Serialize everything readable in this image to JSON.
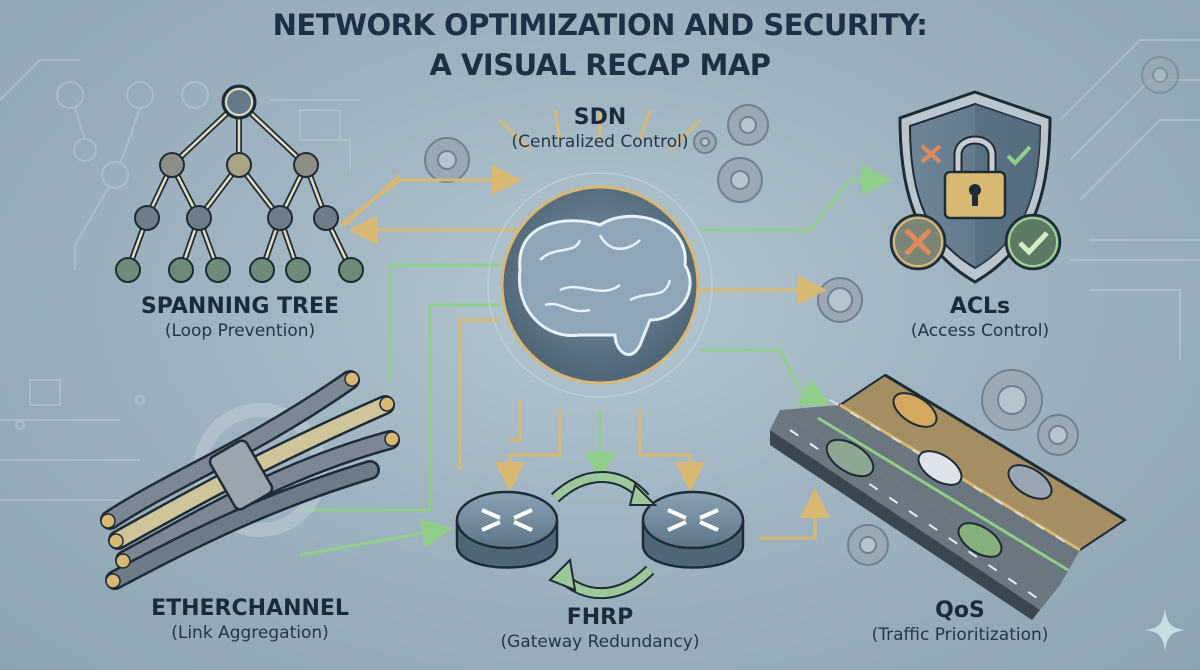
{
  "title": {
    "line1": "NETWORK OPTIMIZATION AND SECURITY:",
    "line2": "A VISUAL RECAP MAP"
  },
  "nodes": {
    "sdn": {
      "name": "SDN",
      "subtitle": "(Centralized Control)",
      "icon": "brain-icon"
    },
    "spanning_tree": {
      "name": "SPANNING TREE",
      "subtitle": "(Loop Prevention)",
      "icon": "tree-topology-icon"
    },
    "acls": {
      "name": "ACLs",
      "subtitle": "(Access Control)",
      "icon": "shield-lock-icon"
    },
    "etherchannel": {
      "name": "ETHERCHANNEL",
      "subtitle": "(Link Aggregation)",
      "icon": "cable-bundle-icon"
    },
    "fhrp": {
      "name": "FHRP",
      "subtitle": "(Gateway Redundancy)",
      "icon": "router-pair-icon"
    },
    "qos": {
      "name": "QoS",
      "subtitle": "(Traffic Prioritization)",
      "icon": "highway-lanes-icon"
    }
  },
  "colors": {
    "background": "#9fb3c0",
    "title": "#1f2f44",
    "gold_line": "#d9b874",
    "green_line": "#8fcf8a",
    "node_dark": "#5e7384",
    "deny": "#e08a5a",
    "permit": "#7fc27a"
  }
}
